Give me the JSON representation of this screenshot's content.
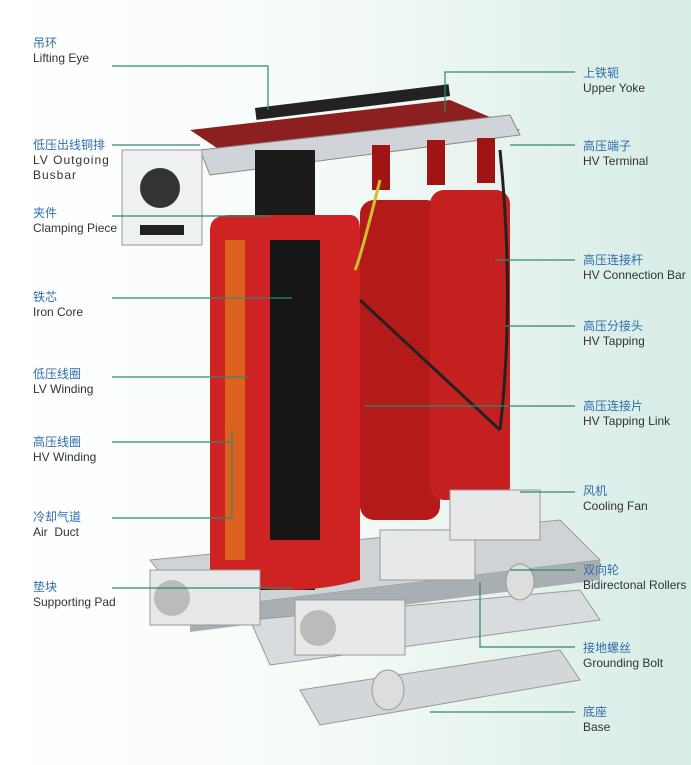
{
  "left_labels": [
    {
      "zh": "吊环",
      "en": "Lifting Eye"
    },
    {
      "zh": "低压出线铜排",
      "en": "LV Outgoing Busbar"
    },
    {
      "zh": "夹件",
      "en": "Clamping Piece"
    },
    {
      "zh": "铁芯",
      "en": "Iron Core"
    },
    {
      "zh": "低压线圈",
      "en": "LV Winding"
    },
    {
      "zh": "高压线圈",
      "en": "HV Winding"
    },
    {
      "zh": "冷却气道",
      "en": "Air  Duct"
    },
    {
      "zh": "垫块",
      "en": "Supporting Pad"
    }
  ],
  "right_labels": [
    {
      "zh": "上铁轭",
      "en": "Upper Yoke"
    },
    {
      "zh": "高压端子",
      "en": "HV Terminal"
    },
    {
      "zh": "高压连接杆",
      "en": "HV Connection Bar"
    },
    {
      "zh": "高压分接头",
      "en": "HV Tapping"
    },
    {
      "zh": "高压连接片",
      "en": "HV Tapping Link"
    },
    {
      "zh": "风机",
      "en": "Cooling Fan"
    },
    {
      "zh": "双向轮",
      "en": "Bidirectonal Rollers"
    },
    {
      "zh": "接地螺丝",
      "en": "Grounding Bolt"
    },
    {
      "zh": "底座",
      "en": "Base"
    }
  ],
  "colors": {
    "leader": "#2b8a6e",
    "coil": "#c81e1e",
    "core": "#1a1a1a",
    "zh_text": "#2f6eaa"
  }
}
